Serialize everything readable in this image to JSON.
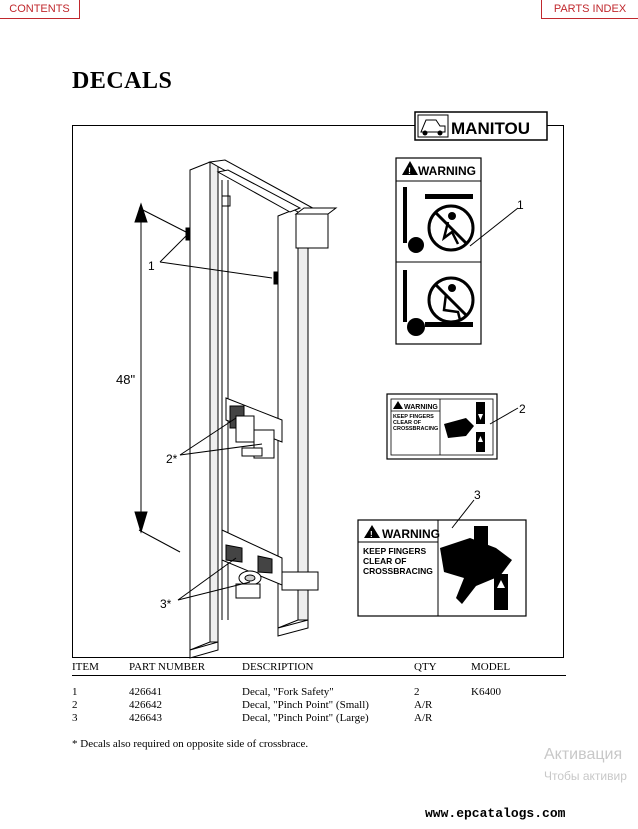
{
  "nav": {
    "contents": "CONTENTS",
    "parts_index": "PARTS INDEX"
  },
  "page": {
    "title": "DECALS",
    "brand": "MANITOU"
  },
  "figure": {
    "dimension_label": "48\"",
    "callouts": {
      "c1": "1",
      "c2": "2*",
      "c3": "3*"
    },
    "decal_callouts": {
      "d1": "1",
      "d2": "2",
      "d3": "3"
    },
    "decal1": {
      "heading": "WARNING"
    },
    "decal2": {
      "heading": "WARNING",
      "lines": [
        "KEEP FINGERS",
        "CLEAR OF",
        "CROSSBRACING"
      ]
    },
    "decal3": {
      "heading": "WARNING",
      "lines": [
        "KEEP FINGERS",
        "CLEAR OF",
        "CROSSBRACING"
      ]
    }
  },
  "table": {
    "headers": {
      "item": "ITEM",
      "part": "PART NUMBER",
      "desc": "DESCRIPTION",
      "qty": "QTY",
      "model": "MODEL"
    },
    "rows": [
      {
        "item": "1",
        "part": "426641",
        "desc": "Decal, \"Fork Safety\"",
        "qty": "2",
        "model": "K6400"
      },
      {
        "item": "2",
        "part": "426642",
        "desc": "Decal, \"Pinch Point\" (Small)",
        "qty": "A/R",
        "model": ""
      },
      {
        "item": "3",
        "part": "426643",
        "desc": "Decal, \"Pinch Point\" (Large)",
        "qty": "A/R",
        "model": ""
      }
    ]
  },
  "footnote": "* Decals also required on opposite side of crossbrace.",
  "watermark": {
    "line1": "Активация",
    "line2": "Чтобы активир"
  },
  "website": "www.epcatalogs.com"
}
